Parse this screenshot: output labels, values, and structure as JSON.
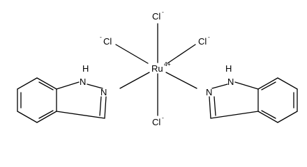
{
  "ligands": {
    "cl_top": {
      "element": "Cl",
      "charge": "-"
    },
    "cl_left": {
      "prefix_charge": "-",
      "element": "Cl"
    },
    "cl_right": {
      "element": "Cl",
      "charge": "-"
    },
    "cl_bottom": {
      "element": "Cl",
      "charge": "-"
    }
  },
  "metal": {
    "element": "Ru",
    "charge": "4+"
  },
  "indazole_left": {
    "nh_label": "H",
    "nh_atom": "N",
    "n_atom": "N"
  },
  "indazole_right": {
    "nh_label": "H",
    "nh_atom": "N",
    "n_atom": "N"
  }
}
